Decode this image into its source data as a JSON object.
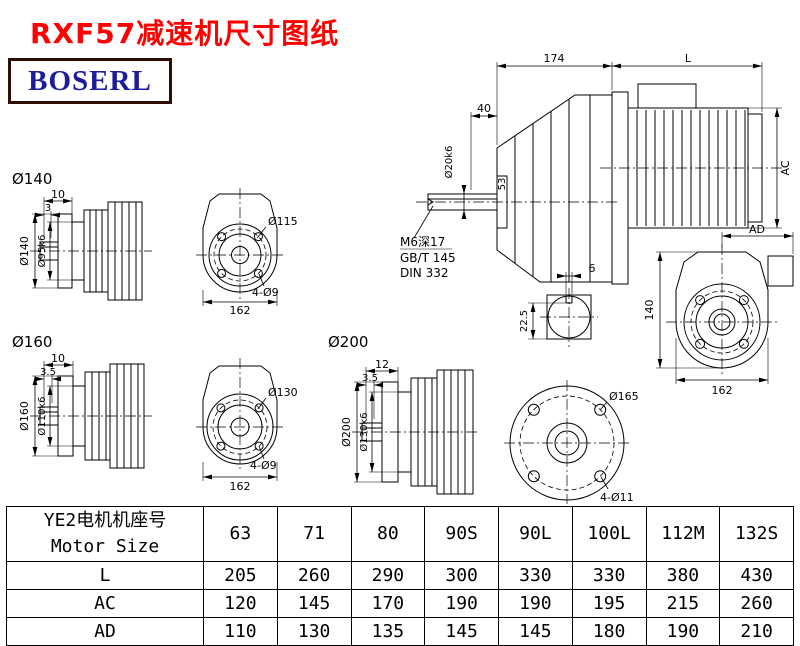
{
  "title": "RXF57减速机尺寸图纸",
  "logo": "BOSERL",
  "drawings": {
    "flange140": {
      "label": "Ø140",
      "dim_len": "10",
      "dim_step": "3",
      "od": "Ø140",
      "spigot": "Ø95k6"
    },
    "front115": {
      "bolt_circle": "Ø115",
      "holes": "4-Ø9",
      "width": "162"
    },
    "main": {
      "dim_housing": "174",
      "dim_motor": "L",
      "dim_shaft_len": "40",
      "shaft": "Ø20k6",
      "dim_53": "53",
      "motor_dia": "AC",
      "note_thread": "M6深17",
      "note_gb": "GB/T 145",
      "note_din": "DIN 332"
    },
    "shaft_section": {
      "key_width": "6",
      "key_depth": "22.5"
    },
    "front_right": {
      "dim_ad": "AD",
      "height": "140",
      "width": "162"
    },
    "flange160": {
      "label": "Ø160",
      "dim_len": "10",
      "dim_step": "3.5",
      "od": "Ø160",
      "spigot": "Ø110k6"
    },
    "front130": {
      "bolt_circle": "Ø130",
      "holes": "4-Ø9",
      "width": "162"
    },
    "flange200": {
      "label": "Ø200",
      "dim_len": "12",
      "dim_step": "3.5",
      "od": "Ø200",
      "spigot": "Ø130k6"
    },
    "front165": {
      "bolt_circle": "Ø165",
      "holes": "4-Ø11"
    }
  },
  "table": {
    "header_cn": "YE2电机机座号",
    "header_en": "Motor Size",
    "sizes": [
      "63",
      "71",
      "80",
      "90S",
      "90L",
      "100L",
      "112M",
      "132S"
    ],
    "rows": [
      {
        "label": "L",
        "values": [
          "205",
          "260",
          "290",
          "300",
          "330",
          "330",
          "380",
          "430"
        ]
      },
      {
        "label": "AC",
        "values": [
          "120",
          "145",
          "170",
          "190",
          "190",
          "195",
          "215",
          "260"
        ]
      },
      {
        "label": "AD",
        "values": [
          "110",
          "130",
          "135",
          "145",
          "145",
          "180",
          "190",
          "210"
        ]
      }
    ]
  }
}
